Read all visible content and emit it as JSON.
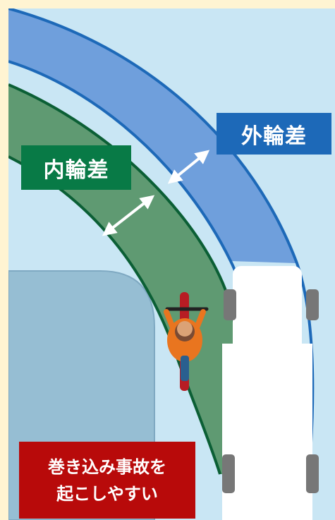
{
  "labels": {
    "outer_difference": "外輪差",
    "inner_difference": "内輪差",
    "warning_line1": "巻き込み事故を",
    "warning_line2": "起こしやすい"
  },
  "colors": {
    "background": "#c9e6f4",
    "outer_band": "#6f9fdc",
    "outer_track": "#1d69b8",
    "inner_band": "#5f9a72",
    "inner_track": "#0b5f35",
    "outer_label": "#1d69b8",
    "inner_label": "#087a46",
    "warning_label": "#b80a0a",
    "building": "#96bed3",
    "vehicle": "#ffffff",
    "cyclist_shirt": "#e9751f",
    "bicycle": "#b71d24"
  },
  "icons": {
    "double_arrow": "double-arrow-icon",
    "cyclist": "cyclist-icon",
    "vehicle": "truck-top-view-icon"
  }
}
